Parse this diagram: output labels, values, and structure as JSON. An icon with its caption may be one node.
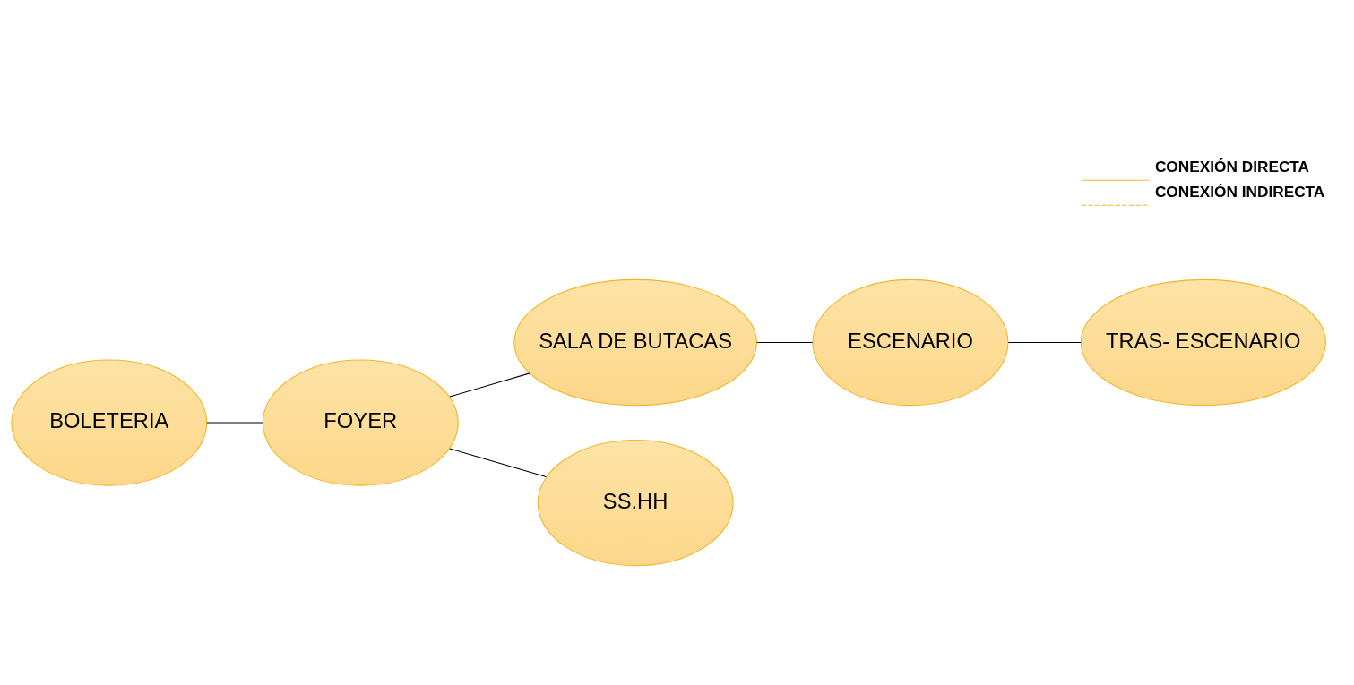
{
  "diagram": {
    "nodes": [
      {
        "text": [
          "BOLETERIA"
        ]
      },
      {
        "text": [
          "FOYER"
        ]
      },
      {
        "text": [
          "SALA DE BUTACAS"
        ]
      },
      {
        "text": [
          "SS.HH"
        ]
      },
      {
        "text": [
          "ESCENARIO"
        ]
      },
      {
        "text": [
          "TRAS- ESCENARIO"
        ]
      }
    ],
    "edges": [
      {
        "from": 0,
        "to": 1,
        "arrow": "none"
      },
      {
        "from": 1,
        "to": 2,
        "arrow": "none"
      },
      {
        "from": 1,
        "to": 3,
        "arrow": "none"
      },
      {
        "from": 2,
        "to": 4,
        "arrow": "none"
      },
      {
        "from": 4,
        "to": 5,
        "arrow": "none"
      }
    ],
    "legend": [
      {
        "text": "CONEXIÓN DIRECTA"
      },
      {
        "text": "CONEXIÓN INDIRECTA"
      }
    ]
  }
}
